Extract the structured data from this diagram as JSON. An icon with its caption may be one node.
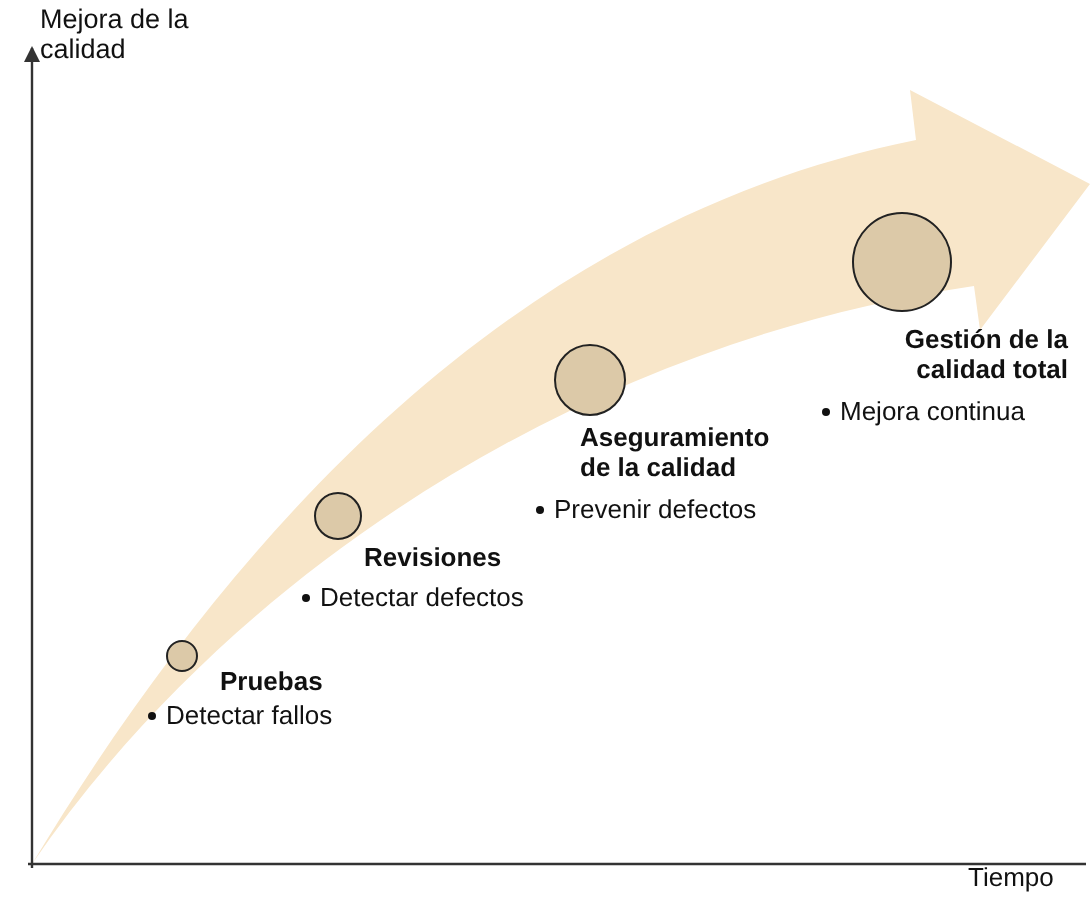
{
  "diagram": {
    "nodes": [
      {
        "text": [],
        "shape": "circle",
        "beside": [
          "Pruebas",
          "Detectar fallos"
        ]
      },
      {
        "text": [],
        "shape": "circle",
        "beside": [
          "Revisiones",
          "Detectar defectos"
        ]
      },
      {
        "text": [],
        "shape": "circle",
        "beside": [
          "Aseguramiento de la calidad",
          "Prevenir defectos"
        ]
      },
      {
        "text": [],
        "shape": "circle",
        "beside": [
          "Gestión de la calidad total",
          "Mejora continua"
        ]
      }
    ],
    "labels": [
      "Mejora de la calidad",
      "Tiempo"
    ]
  }
}
